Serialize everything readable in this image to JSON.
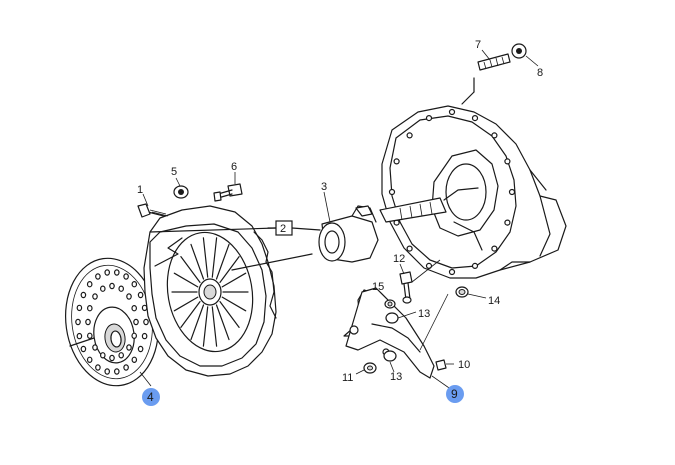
{
  "callouts": {
    "c1": "1",
    "c2": "2",
    "c3": "3",
    "c4": "4",
    "c5": "5",
    "c6": "6",
    "c7": "7",
    "c8": "8",
    "c9": "9",
    "c10": "10",
    "c11": "11",
    "c12": "12",
    "c13a": "13",
    "c13b": "13",
    "c14": "14",
    "c15": "15"
  },
  "highlight_color": "#6a9cf0",
  "highlighted": [
    "4",
    "9"
  ]
}
